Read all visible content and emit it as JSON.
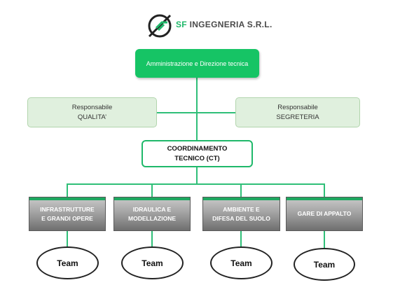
{
  "logo": {
    "brand": "SF",
    "name": "INGEGNERIA S.R.L."
  },
  "top": {
    "label": "Amministrazione e Direzione tecnica"
  },
  "responsabili": [
    {
      "line1": "Responsabile",
      "line2": "QUALITA’"
    },
    {
      "line1": "Responsabile",
      "line2": "SEGRETERIA"
    }
  ],
  "ct": {
    "line1": "COORDINAMENTO",
    "line2": "TECNICO (CT)"
  },
  "departments": [
    {
      "line1": "INFRASTRUTTURE",
      "line2": "E GRANDI OPERE"
    },
    {
      "line1": "IDRAULICA E",
      "line2": "MODELLAZIONE"
    },
    {
      "line1": "AMBIENTE E",
      "line2": "DIFESA DEL SUOLO"
    },
    {
      "line1": "GARE DI APPALTO",
      "line2": ""
    }
  ],
  "teams": [
    "Team",
    "Team",
    "Team",
    "Team"
  ],
  "colors": {
    "accent": "#16c465",
    "line": "#2fbf78",
    "light_box": "#e0f0de",
    "dept_box": "#8a8a8a"
  }
}
